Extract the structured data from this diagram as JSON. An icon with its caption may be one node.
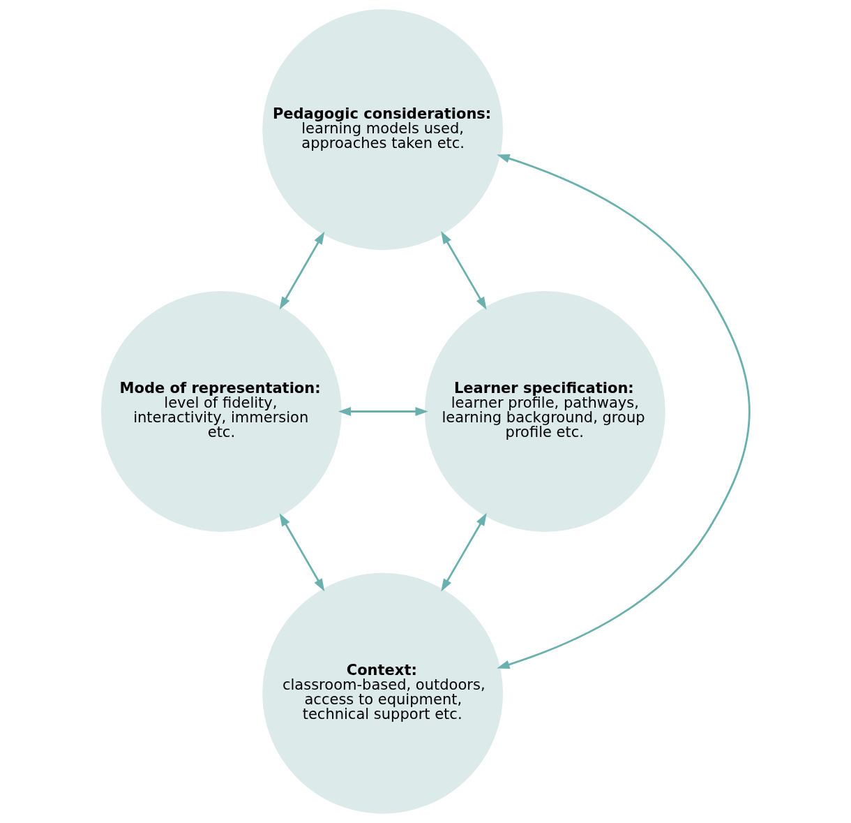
{
  "diagram": {
    "nodes": [
      {
        "text": [
          "Pedagogic considerations:",
          "learning models used, approaches taken etc."
        ]
      },
      {
        "text": [
          "Mode of representation:",
          "level of fidelity, interactivity, immersion etc."
        ]
      },
      {
        "text": [
          "Learner specification:",
          "learner profile, pathways, learning background, group profile etc."
        ]
      },
      {
        "text": [
          "Context:",
          "classroom-based, outdoors, access to equipment, technical support etc."
        ]
      }
    ],
    "edges": [
      {
        "from": 0,
        "to": 1,
        "arrow": "both"
      },
      {
        "from": 0,
        "to": 2,
        "arrow": "both"
      },
      {
        "from": 1,
        "to": 2,
        "arrow": "both"
      },
      {
        "from": 0,
        "to": 3,
        "arrow": "both"
      },
      {
        "from": 1,
        "to": 3,
        "arrow": "both"
      },
      {
        "from": 2,
        "to": 3,
        "arrow": "both"
      }
    ]
  }
}
